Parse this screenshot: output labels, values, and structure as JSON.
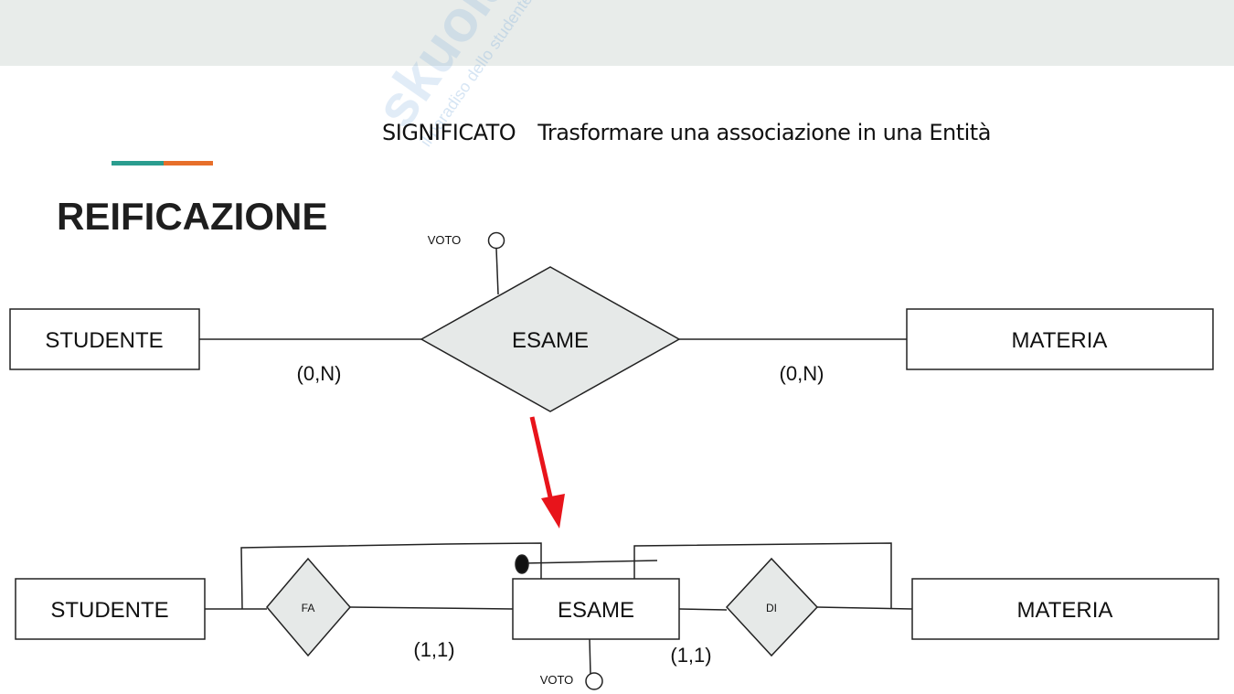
{
  "slide": {
    "title": "REIFICAZIONE",
    "subtitle_label": "SIGNIFICATO",
    "subtitle_text": "Trasformare una associazione in una Entità",
    "accent_colors": [
      "#2a9d8f",
      "#e76f2a"
    ]
  },
  "watermark": {
    "brand": "skuola.net",
    "tagline": "il paradiso dello studente"
  },
  "diagram_before": {
    "entity_left": "STUDENTE",
    "relationship": "ESAME",
    "entity_right": "MATERIA",
    "attribute": "VOTO",
    "card_left": "(0,N)",
    "card_right": "(0,N)"
  },
  "arrow_color": "#e8141b",
  "diagram_after": {
    "entity_left": "STUDENTE",
    "rel_left": "FA",
    "entity_center": "ESAME",
    "rel_right": "DI",
    "entity_right": "MATERIA",
    "attribute": "VOTO",
    "card_left": "(1,1)",
    "card_right": "(1,1)"
  }
}
